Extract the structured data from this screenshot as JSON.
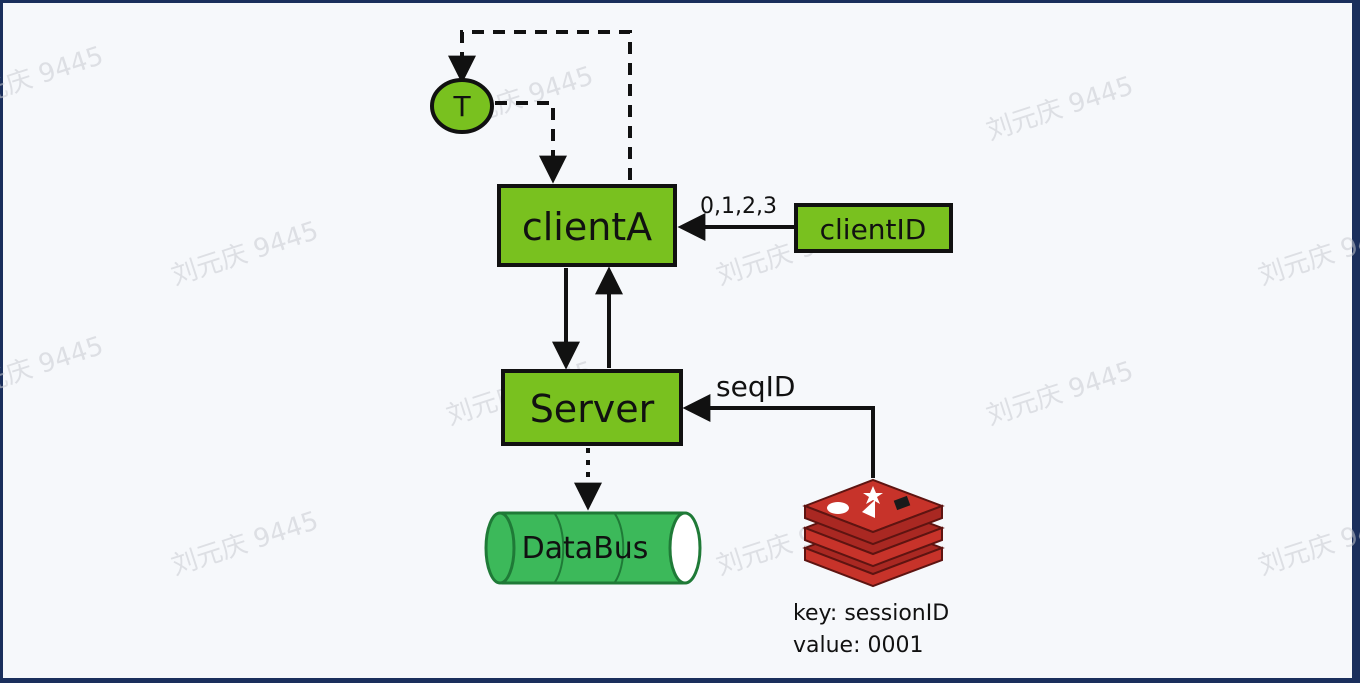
{
  "watermark": "刘元庆 9445",
  "nodes": {
    "timer": "T",
    "client": "clientA",
    "client_id": "clientID",
    "server": "Server",
    "bus": "DataBus"
  },
  "edge_labels": {
    "ids": "0,1,2,3",
    "seq": "seqID"
  },
  "store": {
    "key_line": "key: sessionID",
    "value_line": "value: 0001"
  },
  "colors": {
    "frame": "#1a2f5c",
    "background": "#f6f8fb",
    "box_fill": "#79c11f",
    "bus_fill": "#3cb95a",
    "redis": "#c7332a"
  }
}
